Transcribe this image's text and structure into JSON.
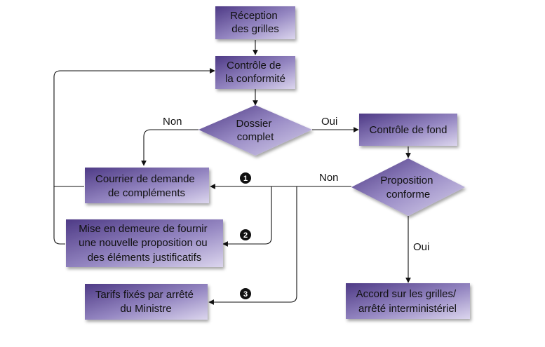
{
  "nodes": {
    "reception": [
      "Réception",
      "des grilles"
    ],
    "controle_conformite": [
      "Contrôle de",
      "la conformité"
    ],
    "dossier_complet": [
      "Dossier",
      "complet"
    ],
    "controle_fond": [
      "Contrôle de fond"
    ],
    "proposition_conforme": [
      "Proposition",
      "conforme"
    ],
    "courrier": [
      "Courrier de demande",
      "de compléments"
    ],
    "mise_en_demeure": [
      "Mise en demeure de fournir",
      "une nouvelle proposition ou",
      "des éléments justificatifs"
    ],
    "tarifs": [
      "Tarifs fixés par arrêté",
      "du Ministre"
    ],
    "accord": [
      "Accord sur les grilles/",
      "arrêté interministériel"
    ]
  },
  "edge_labels": {
    "non_left": "Non",
    "oui_right": "Oui",
    "non_prop": "Non",
    "oui_down": "Oui"
  },
  "markers": [
    "1",
    "2",
    "3"
  ],
  "colors": {
    "box_dark": "#4e3a86",
    "box_light": "#d6d0ea",
    "line": "#111111"
  }
}
